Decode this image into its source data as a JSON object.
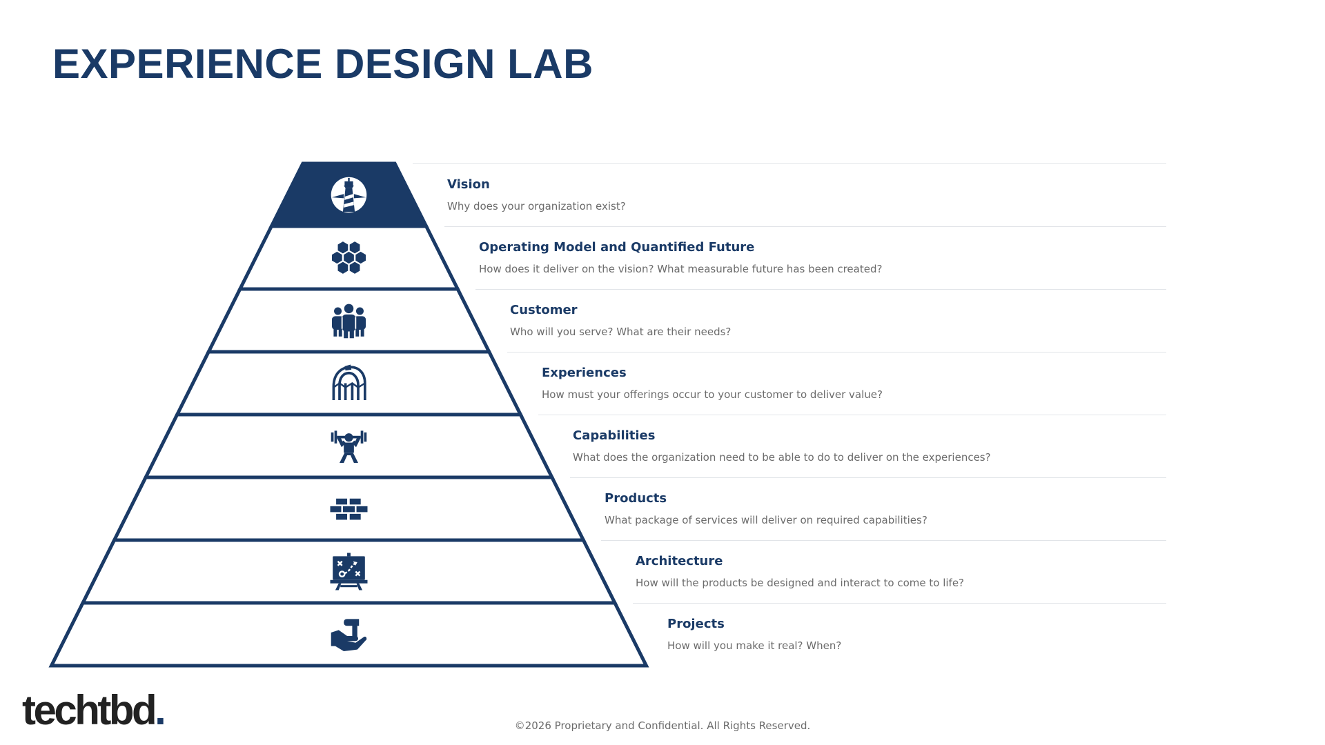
{
  "page": {
    "title": "EXPERIENCE DESIGN LAB"
  },
  "colors": {
    "navy": "#1a3a66",
    "text_gray": "#6b6b6b",
    "rule": "#e1e4e8",
    "logo_dark": "#222222"
  },
  "levels": [
    {
      "title": "Vision",
      "description": "Why does your organization exist?",
      "icon": "lighthouse-icon"
    },
    {
      "title": "Operating Model and Quantified Future",
      "description": "How does it deliver on the vision? What measurable future has been created?",
      "icon": "hexagons-icon"
    },
    {
      "title": "Customer",
      "description": "Who will you serve? What are their needs?",
      "icon": "people-group-icon"
    },
    {
      "title": "Experiences",
      "description": "How must your offerings occur to your customer to deliver value?",
      "icon": "roller-coaster-icon"
    },
    {
      "title": "Capabilities",
      "description": "What does the organization need to be able to do to deliver on the experiences?",
      "icon": "weightlifter-icon"
    },
    {
      "title": "Products",
      "description": "What package of services will deliver on required capabilities?",
      "icon": "bricks-icon"
    },
    {
      "title": "Architecture",
      "description": "How will the products be designed and interact to come to life?",
      "icon": "strategy-board-icon"
    },
    {
      "title": "Projects",
      "description": "How will you make it real? When?",
      "icon": "hand-hammer-icon"
    }
  ],
  "footer": {
    "logo_text": "techtbd",
    "logo_dot": ".",
    "copyright": "©2026 Proprietary and Confidential. All Rights Reserved."
  }
}
